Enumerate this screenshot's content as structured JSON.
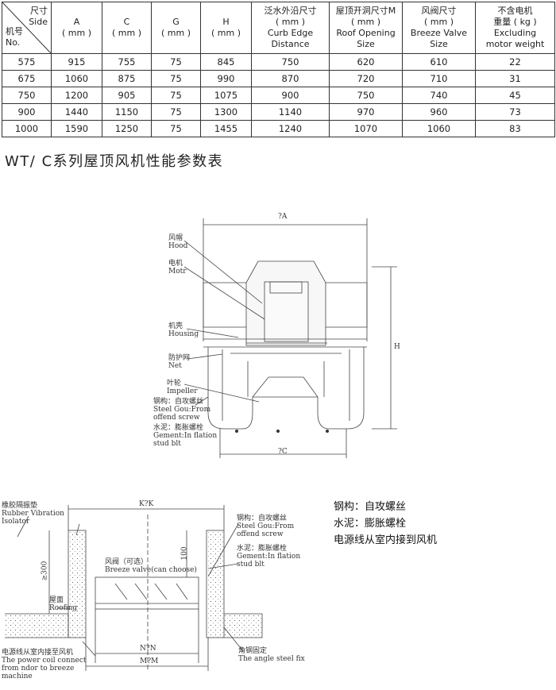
{
  "table": {
    "corner": {
      "top_line1": "尺寸",
      "top_line2": "Side",
      "bottom_line1": "机号",
      "bottom_line2": "No."
    },
    "headers": [
      {
        "l1": "A",
        "l2": "( mm )",
        "l3": "",
        "l4": ""
      },
      {
        "l1": "C",
        "l2": "( mm )",
        "l3": "",
        "l4": ""
      },
      {
        "l1": "G",
        "l2": "( mm )",
        "l3": "",
        "l4": ""
      },
      {
        "l1": "H",
        "l2": "( mm )",
        "l3": "",
        "l4": ""
      },
      {
        "l1": "泛水外沿尺寸",
        "l2": "( mm )",
        "l3": "Curb Edge",
        "l4": "Distance"
      },
      {
        "l1": "屋顶开洞尺寸M",
        "l2": "( mm )",
        "l3": "Roof Opening",
        "l4": "Size"
      },
      {
        "l1": "风阀尺寸",
        "l2": "( mm )",
        "l3": "Breeze Valve",
        "l4": "Size"
      },
      {
        "l1": "不含电机",
        "l2": "重量 ( kg )",
        "l3": "Excluding",
        "l4": "motor weight"
      }
    ],
    "rows": [
      [
        "575",
        "915",
        "755",
        "75",
        "845",
        "750",
        "620",
        "610",
        "22"
      ],
      [
        "675",
        "1060",
        "875",
        "75",
        "990",
        "870",
        "720",
        "710",
        "31"
      ],
      [
        "750",
        "1200",
        "905",
        "75",
        "1075",
        "900",
        "750",
        "740",
        "45"
      ],
      [
        "900",
        "1440",
        "1150",
        "75",
        "1300",
        "1140",
        "970",
        "960",
        "73"
      ],
      [
        "1000",
        "1590",
        "1250",
        "75",
        "1455",
        "1240",
        "1070",
        "1060",
        "83"
      ]
    ]
  },
  "title": "WT/ C系列屋顶风机性能参数表",
  "fan_drawing": {
    "dim_top": "?A",
    "dim_right": "H",
    "dim_bottom": "?C",
    "labels": {
      "hood_cn": "风帽",
      "hood_en": "Hood",
      "motor_cn": "电机",
      "motor_en": "Motr",
      "housing_cn": "机壳",
      "housing_en": "Housing",
      "net_cn": "防护网",
      "net_en": "Net",
      "impeller_cn": "叶轮",
      "impeller_en": "Impeller",
      "steel_cn": "钢构：自攻螺丝",
      "steel_en1": "Steel Gou:From",
      "steel_en2": "offend screw",
      "cement_cn": "水泥：膨胀螺栓",
      "cement_en1": "Gement:In flation",
      "cement_en2": "stud blt"
    }
  },
  "install_drawing": {
    "dim_k": "K?K",
    "dim_n": "N?N",
    "dim_n_lower": "N?N",
    "dim_m": "M?M",
    "dim_100": "100",
    "dim_300": "≥300",
    "labels": {
      "rubber_cn": "橡胶隔振垫",
      "rubber_en1": "Rubber Vibration",
      "rubber_en2": "Isolator",
      "valve": "风阀（可选）",
      "valve_en": "Breeze valve(can choose)",
      "roof_cn": "屋面",
      "roof_en": "Roofing",
      "steel_cn": "钢构：自攻螺丝",
      "steel_en1": "Steel Gou:From",
      "steel_en2": "offend screw",
      "cement_cn": "水泥：膨胀螺栓",
      "cement_en1": "Gement:In flation",
      "cement_en2": "stud blt",
      "power_cn": "电源线从室内接至风机",
      "power_en1": "The power coil connect",
      "power_en2": "from ndor to breeze",
      "power_en3": "machine",
      "angle_cn": "角钢固定",
      "angle_en": "The angle steel fix"
    }
  },
  "notes": [
    "钢构：自攻螺丝",
    "水泥：膨胀螺栓",
    "电源线从室内接到风机"
  ]
}
